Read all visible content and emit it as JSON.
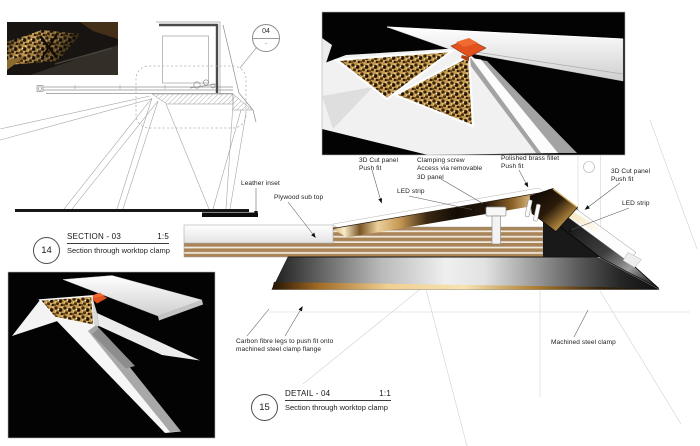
{
  "sheet": {
    "background": "#ffffff"
  },
  "callout": {
    "number": "04",
    "tick": "-"
  },
  "view_labels": {
    "section": {
      "number": "14",
      "title": "SECTION - 03",
      "scale": "1:5",
      "subtitle": "Section through worktop clamp"
    },
    "detail": {
      "number": "15",
      "title": "DETAIL - 04",
      "scale": "1:1",
      "subtitle": "Section through worktop clamp"
    }
  },
  "annotations": {
    "cut_panel_left": "3D Cut panel\nPush fit",
    "clamping_screw": "Clamping screw\nAccess via removable\n3D panel",
    "brass_fillet": "Polished brass fillet\nPush fit",
    "led_strip_left": "LED strip",
    "cut_panel_right": "3D Cut panel\nPush fit",
    "led_strip_right": "LED strip",
    "leather_inset": "Leather inset",
    "plywood_sub_top": "Plywood sub top",
    "carbon_fibre_legs": "Carbon fibre legs to push fit onto\nmachined steel clamp flange",
    "machined_steel_clamp": "Machined steel clamp"
  },
  "colors": {
    "accent_orange": "#e2521f",
    "gold": "#c59b52",
    "plywood_tan": "#ab8456",
    "panel_black": "#050505",
    "line_gray": "#9b9b9b"
  }
}
